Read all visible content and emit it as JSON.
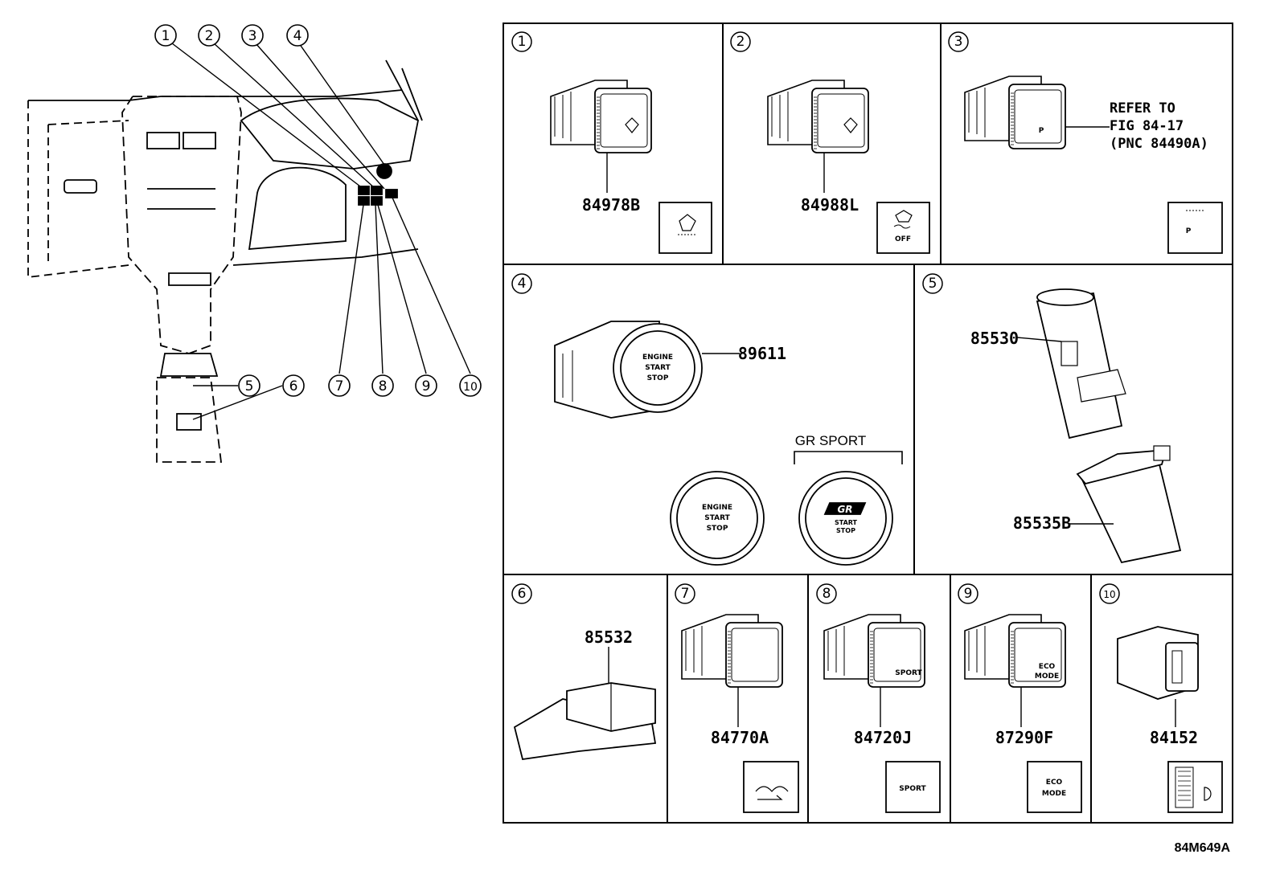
{
  "callouts": [
    "1",
    "2",
    "3",
    "4",
    "5",
    "6",
    "7",
    "8",
    "9",
    "10"
  ],
  "panels": {
    "p1": {
      "num": "1",
      "part": "84978B"
    },
    "p2": {
      "num": "2",
      "part": "84988L",
      "icon_text": "OFF"
    },
    "p3": {
      "num": "3",
      "ref_lines": [
        "REFER TO",
        "FIG 84-17",
        "(PNC 84490A)"
      ],
      "icon_text": "P"
    },
    "p4": {
      "num": "4",
      "part": "89611",
      "variant_label": "GR SPORT",
      "engine_btn": [
        "ENGINE",
        "START",
        "STOP"
      ],
      "gr_logo": "GR",
      "gr_btn": [
        "START",
        "STOP"
      ]
    },
    "p5": {
      "num": "5",
      "part_a": "85530",
      "part_b": "85535B"
    },
    "p6": {
      "num": "6",
      "part": "85532"
    },
    "p7": {
      "num": "7",
      "part": "84770A"
    },
    "p8": {
      "num": "8",
      "part": "84720J",
      "icon_text": "SPORT"
    },
    "p9": {
      "num": "9",
      "part": "87290F",
      "icon_text": [
        "ECO",
        "MODE"
      ]
    },
    "p10": {
      "num": "10",
      "part": "84152"
    }
  },
  "figure_code": "84M649A"
}
